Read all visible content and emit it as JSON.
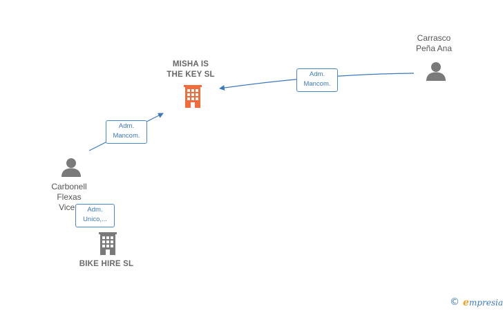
{
  "nodes": {
    "misha": {
      "label_line1": "MISHA IS",
      "label_line2": "THE KEY  SL",
      "color": "#f26b3a"
    },
    "carrasco": {
      "label_line1": "Carrasco",
      "label_line2": "Peña Ana"
    },
    "carbonell": {
      "label_line1": "Carbonell",
      "label_line2": "Flexas",
      "label_line3": "Vicen"
    },
    "bike": {
      "label": "BIKE HIRE  SL",
      "color": "#7a7a7a"
    }
  },
  "edges": [
    {
      "from": "carrasco",
      "to": "misha",
      "line1": "Adm.",
      "line2": "Mancom."
    },
    {
      "from": "carbonell",
      "to": "misha",
      "line1": "Adm.",
      "line2": "Mancom."
    },
    {
      "from": "carbonell",
      "to": "bike",
      "line1": "Adm.",
      "line2": "Unico,..."
    }
  ],
  "colors": {
    "edge": "#3b78c0",
    "person_icon": "#7a7a7a",
    "label_text": "#555555"
  },
  "watermark": {
    "symbol": "©",
    "brand_initial": "e",
    "brand_rest": "mpresia"
  }
}
